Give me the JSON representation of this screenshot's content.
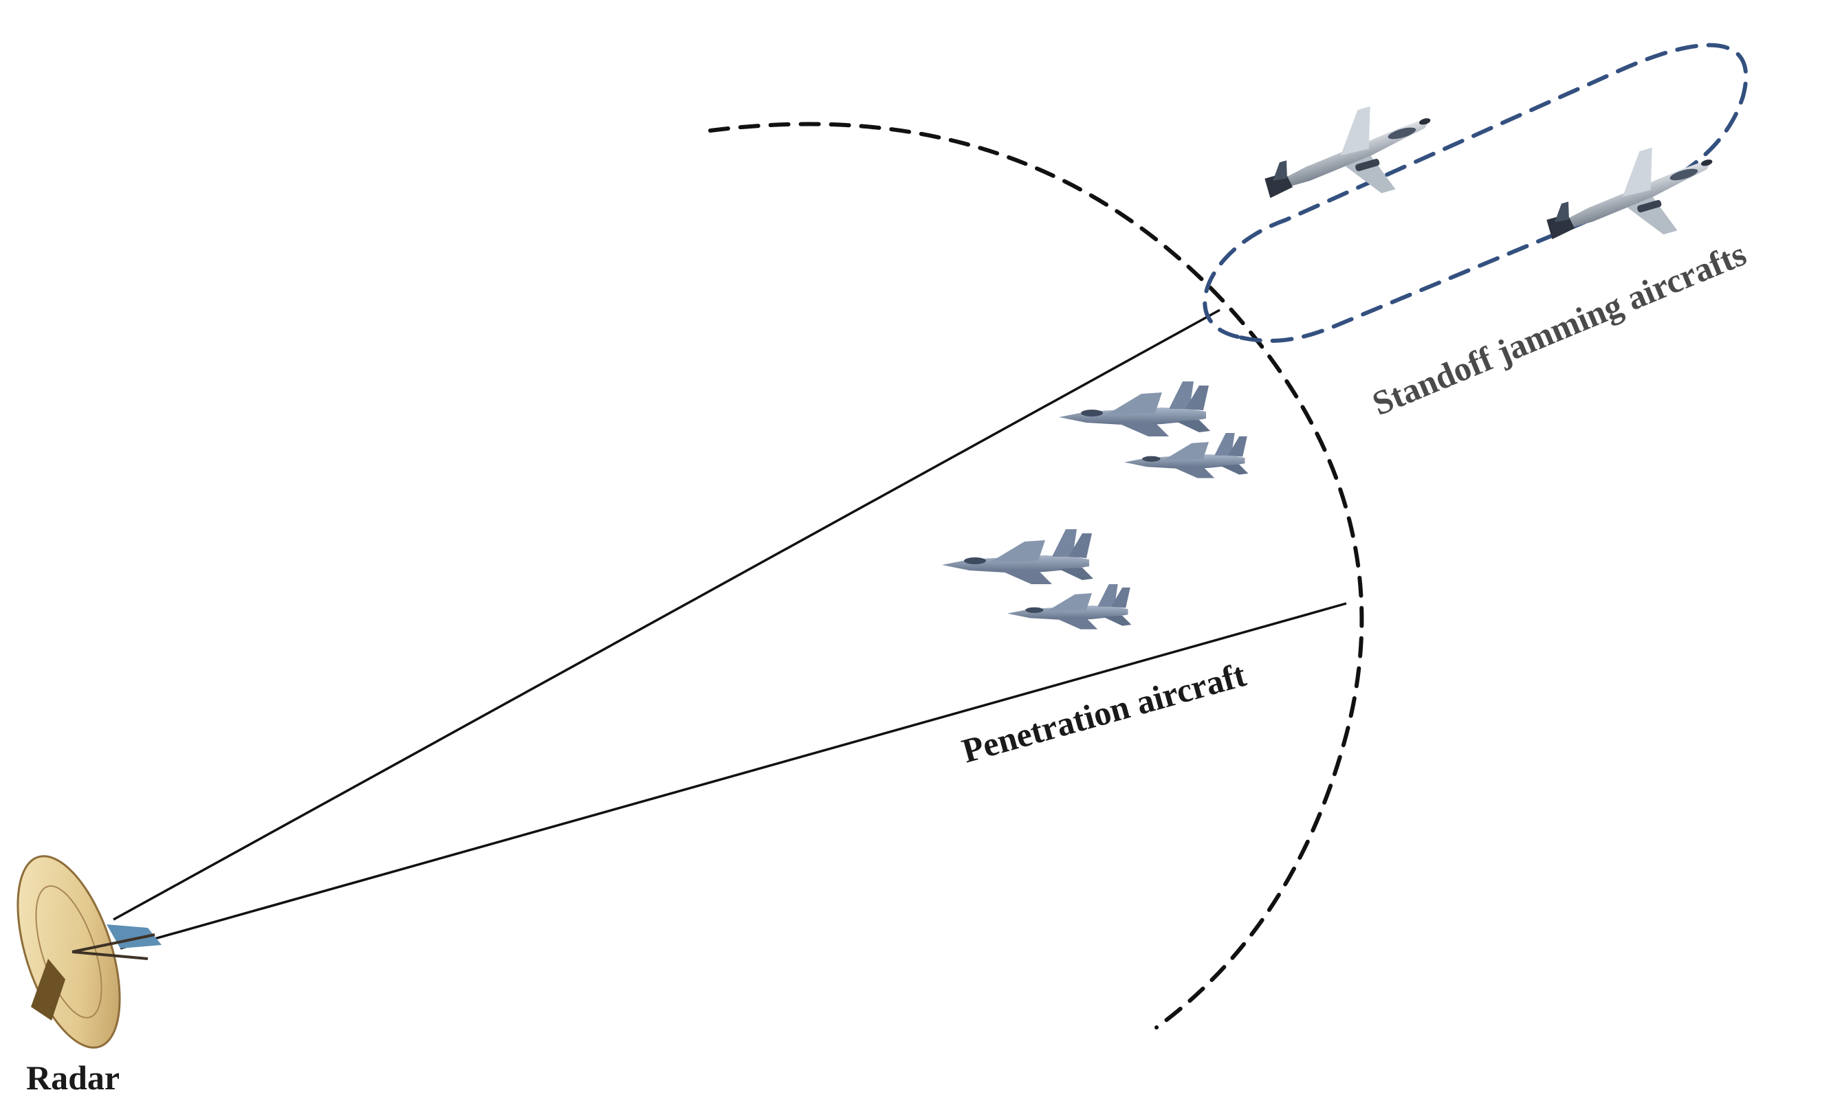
{
  "labels": {
    "radar": "Radar",
    "penetration": "Penetration aircraft",
    "standoff": "Standoff jamming aircrafts"
  },
  "colors": {
    "beam_line": "#111111",
    "range_arc": "#111111",
    "jammer_orbit": "#33507f",
    "fighter_body": "#7f8ea6",
    "jammer_body": "#9aa3ad",
    "radar_dish": "#e4cf9a",
    "radar_frame": "#6d5226"
  },
  "icons": {
    "radar": "radar-dish-icon",
    "fighter": "fighter-jet-icon",
    "jammer": "jamming-aircraft-icon"
  }
}
